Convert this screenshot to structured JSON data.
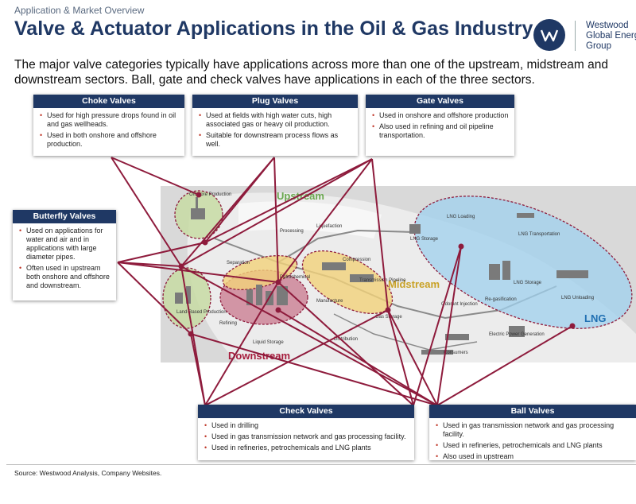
{
  "header": {
    "kicker": "Application & Market Overview",
    "title": "Valve & Actuator Applications in the Oil & Gas Industry",
    "subtitle": "The major valve categories typically have applications across more than one of the upstream, midstream and downstream sectors. Ball, gate and check valves have applications in each of the three sectors."
  },
  "logo": {
    "line1": "Westwood",
    "line2": "Global Energy",
    "line3": "Group",
    "mark": "W"
  },
  "colors": {
    "navy": "#1f3864",
    "connector": "#8e1b3c",
    "upstream": "#6aa84f",
    "midstream": "#c9a227",
    "downstream": "#a61c3c",
    "lng": "#1f6fb2"
  },
  "boxes": {
    "choke": {
      "title": "Choke Valves",
      "items": [
        "Used for high pressure drops found in oil and gas wellheads.",
        "Used in both onshore and offshore production."
      ]
    },
    "plug": {
      "title": "Plug Valves",
      "items": [
        "Used at fields with high water cuts, high associated gas or heavy oil production.",
        "Suitable for downstream process flows as well."
      ]
    },
    "gate": {
      "title": "Gate Valves",
      "items": [
        "Used in onshore and offshore production",
        "Also used in refining and oil pipeline transportation."
      ]
    },
    "butterfly": {
      "title": "Butterfly Valves",
      "items": [
        "Used on applications for water and air and in applications with large diameter pipes.",
        "Often used in upstream both onshore and offshore and downstream."
      ]
    },
    "check": {
      "title": "Check Valves",
      "items": [
        "Used in drilling",
        "Used in gas transmission network and gas processing facility.",
        "Used in refineries, petrochemicals and LNG plants"
      ]
    },
    "ball": {
      "title": "Ball Valves",
      "items": [
        "Used in gas transmission network and gas processing facility.",
        "Used in refineries, petrochemicals and LNG plants",
        "Also used in upstream"
      ]
    }
  },
  "sectors": {
    "upstream": "Upstream",
    "midstream": "Midstream",
    "downstream": "Downstream",
    "lng": "LNG"
  },
  "facilities": {
    "offshore": "Offshore Production",
    "land_based": "Land-Based Production",
    "processing": "Processing",
    "liquefaction": "Liquefaction",
    "lng_storage": "LNG Storage",
    "lng_loading": "LNG Loading",
    "lng_transportation": "LNG Transportation",
    "lng_storage2": "LNG Storage",
    "lng_unloading": "LNG Unloading",
    "regasification": "Re-gasification",
    "separation": "Separation",
    "petrochemical": "Petrochemical",
    "compression": "Compression",
    "transmission": "Transmission Pipeline",
    "refining": "Refining",
    "manufacture": "Manufacture",
    "gas_storage": "Gas Storage",
    "liquid_storage": "Liquid Storage",
    "distribution": "Distribution",
    "odorant": "Odorant Injection",
    "electric": "Electric Power Generation",
    "consumers": "Consumers"
  },
  "footer": {
    "source": "Source: Westwood Analysis, Company Websites."
  }
}
